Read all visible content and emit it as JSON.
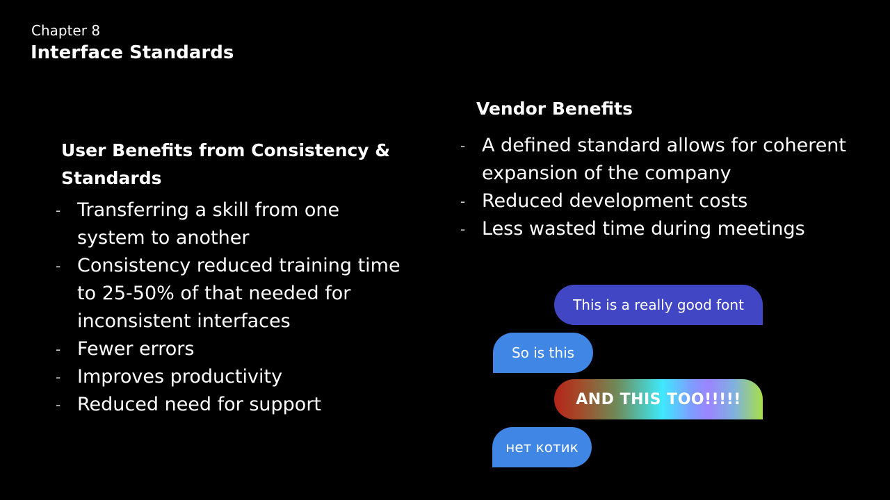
{
  "header": {
    "chapter": "Chapter 8",
    "title": "Interface Standards"
  },
  "user_benefits": {
    "heading": "User Benefits from Consistency & Standards",
    "items": [
      "Transferring a skill from one system to another",
      "Consistency reduced training time to 25-50% of that needed for inconsistent interfaces",
      "Fewer errors",
      "Improves productivity",
      "Reduced need for support"
    ]
  },
  "vendor_benefits": {
    "heading": "Vendor Benefits",
    "items": [
      "A defined standard allows for coherent expansion of the company",
      "Reduced development costs",
      "Less wasted time during meetings"
    ]
  },
  "bullet_marker": "-",
  "chat": {
    "messages": [
      {
        "text": "This is a really good font",
        "side": "right",
        "color": "#4147c4"
      },
      {
        "text": "So is this",
        "side": "left",
        "color": "#3f86e5"
      },
      {
        "text": "AND THIS TOO!!!!!",
        "side": "right",
        "color": "gradient"
      },
      {
        "text": "нет котик",
        "side": "left",
        "color": "#3f86e5"
      }
    ]
  },
  "colors": {
    "background": "#000000",
    "text": "#ffffff"
  }
}
